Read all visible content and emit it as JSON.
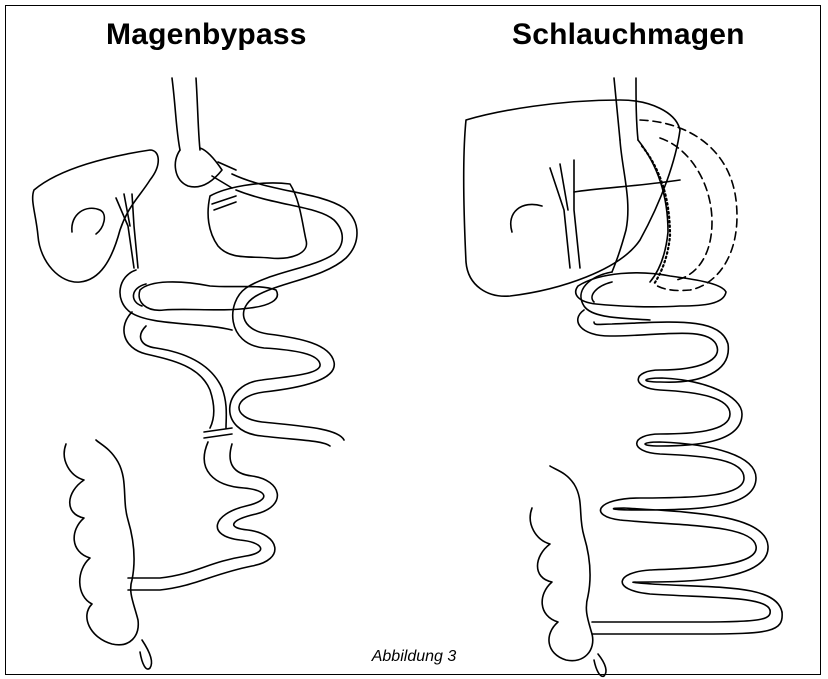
{
  "figure": {
    "left_title": "Magenbypass",
    "right_title": "Schlauchmagen",
    "caption": "Abbildung 3"
  },
  "colors": {
    "line": "#000000",
    "background": "#ffffff"
  }
}
